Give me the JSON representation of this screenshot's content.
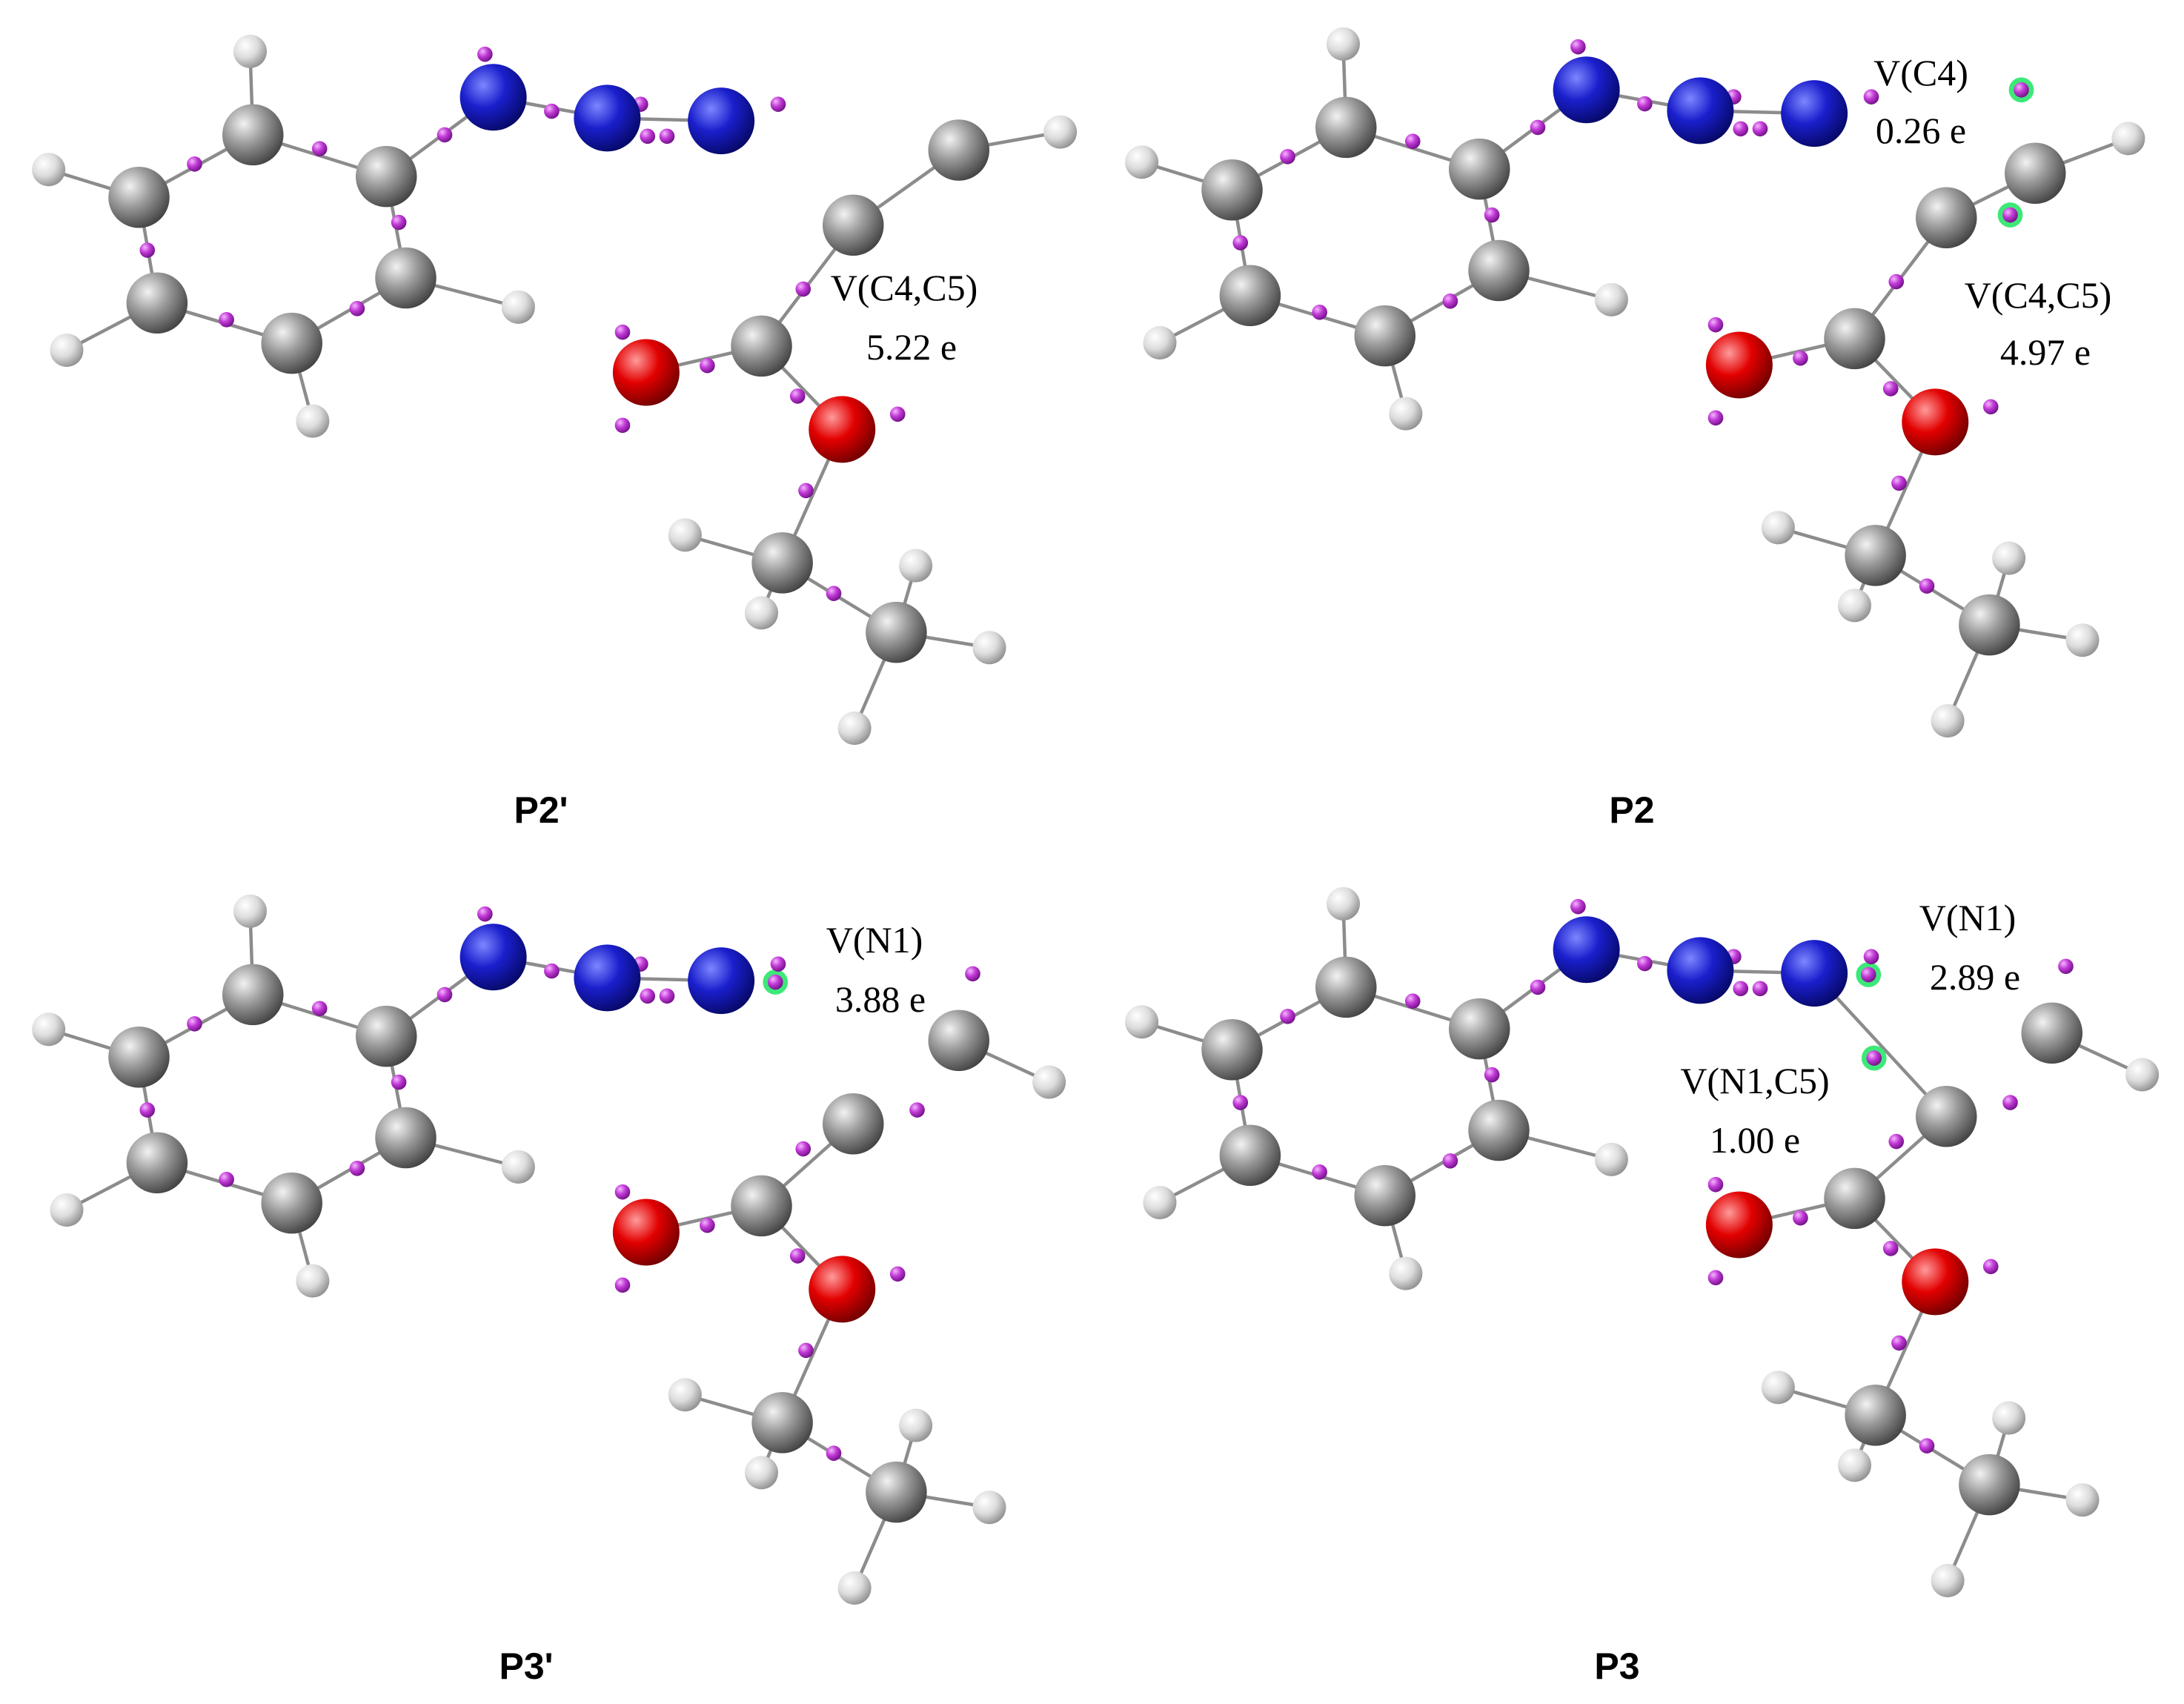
{
  "figure": {
    "colors": {
      "carbon": "#8e8e8e",
      "hydrogen": "#e2e2e2",
      "nitrogen": "#1a1fcc",
      "oxygen": "#e20000",
      "basin": "#c13ad6",
      "highlight": "#3ee878",
      "bond": "#8c8c8c"
    },
    "panels": [
      {
        "label": "P2'",
        "variant": "A",
        "annotations": [
          {
            "lines": [
              "V(C4,C5)",
              "5.22 e"
            ]
          }
        ]
      },
      {
        "label": "P2",
        "variant": "B",
        "annotations": [
          {
            "lines": [
              "V(C4)",
              "0.26 e"
            ]
          },
          {
            "lines": [
              "V(C4,C5)",
              "4.97 e"
            ]
          }
        ]
      },
      {
        "label": "P3'",
        "variant": "C",
        "annotations": [
          {
            "lines": [
              "V(N1)",
              "3.88 e"
            ]
          }
        ]
      },
      {
        "label": "P3",
        "variant": "D",
        "annotations": [
          {
            "lines": [
              "V(N1)",
              "2.89 e"
            ]
          },
          {
            "lines": [
              "V(N1,C5)",
              "1.00 e"
            ]
          }
        ]
      }
    ]
  }
}
